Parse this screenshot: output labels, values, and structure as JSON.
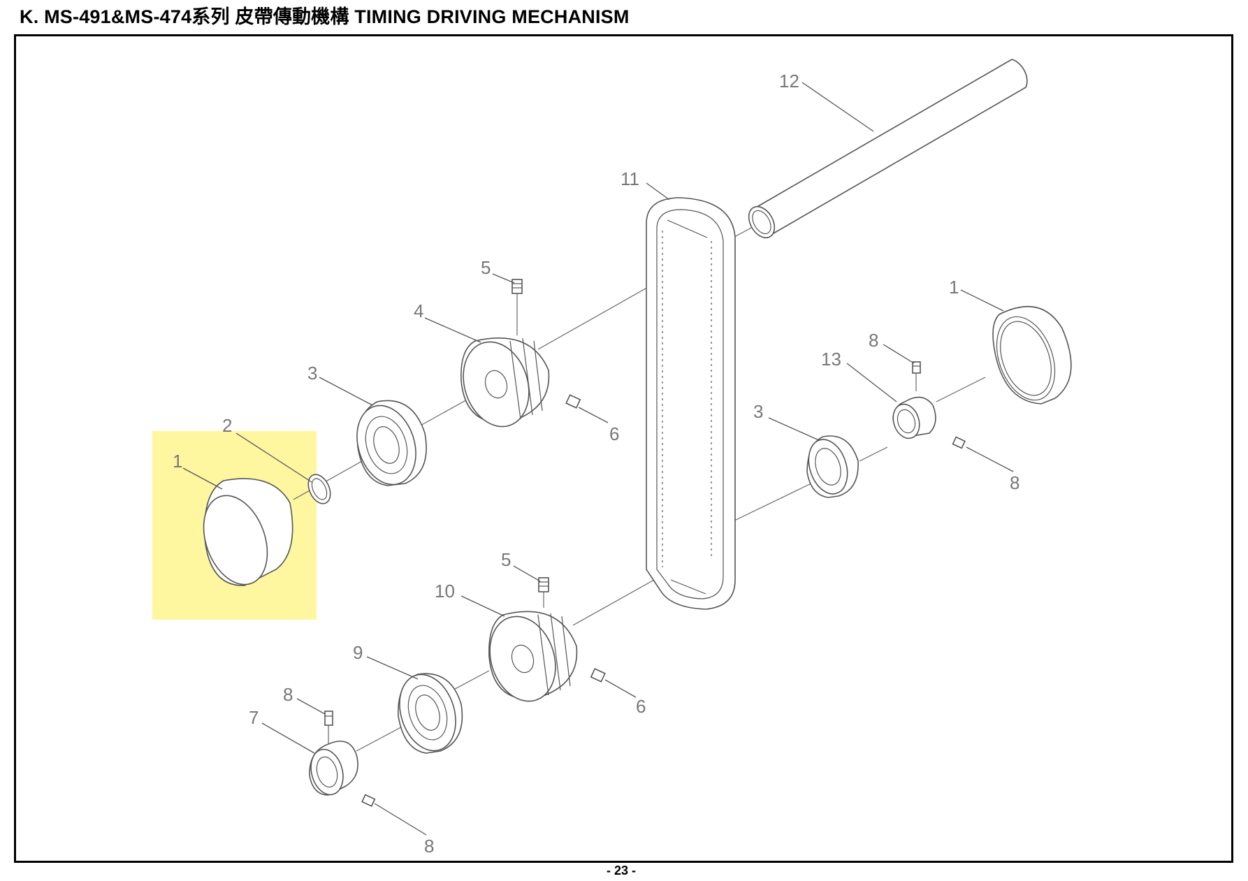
{
  "header": {
    "title": "K.  MS-491&MS-474系列 皮帶傳動機構 TIMING DRIVING MECHANISM"
  },
  "footer": {
    "page_number": "- 23 -"
  },
  "diagram": {
    "highlight_color": "#fff6a0",
    "callouts": {
      "c1_left": "1",
      "c2": "2",
      "c3_upper": "3",
      "c4": "4",
      "c5_upper": "5",
      "c6_upper": "6",
      "c11": "11",
      "c12": "12",
      "c1_right": "1",
      "c8_right_top": "8",
      "c13": "13",
      "c3_right": "3",
      "c8_right_bottom": "8",
      "c5_lower": "5",
      "c10": "10",
      "c9": "9",
      "c6_lower": "6",
      "c8_left": "8",
      "c7": "7",
      "c8_bottom": "8"
    }
  }
}
